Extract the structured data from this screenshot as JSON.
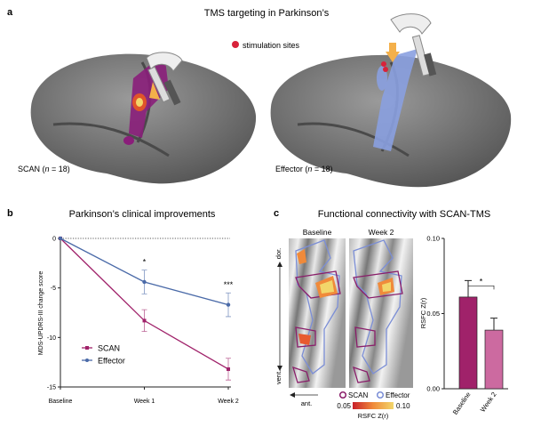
{
  "panel_a": {
    "letter": "a",
    "title": "TMS targeting in Parkinson’s",
    "legend": "stimulation sites",
    "left_label": "SCAN (",
    "left_n": "n",
    "left_count": " = 18)",
    "right_label": "Effector (",
    "right_n": "n",
    "right_count": " = 18)"
  },
  "colors": {
    "scan": "#a0226a",
    "effector": "#4a6aa8",
    "week2_bar": "#cc6aa0",
    "stim": "#d8223a"
  },
  "chart_data": [
    {
      "type": "line",
      "letter": "b",
      "title": "Parkinson’s clinical improvements",
      "xlabel": "",
      "ylabel": "MDS-UPDRS-III change score",
      "categories": [
        "Baseline",
        "Week 1",
        "Week 2"
      ],
      "ylim": [
        -15,
        0
      ],
      "yticks": [
        "0",
        "-5",
        "-10",
        "-15"
      ],
      "ytick_values": [
        0,
        -5,
        -10,
        -15
      ],
      "reference_line": 0,
      "series": [
        {
          "name": "SCAN",
          "values": [
            0,
            -8.3,
            -13.2
          ],
          "errors": [
            0,
            1.1,
            1.1
          ]
        },
        {
          "name": "Effector",
          "values": [
            0,
            -4.4,
            -6.7
          ],
          "errors": [
            0,
            1.2,
            1.2
          ]
        }
      ],
      "annotations": [
        "",
        "*",
        "***"
      ],
      "legend_position": "bottom-left"
    },
    {
      "type": "bar",
      "title": "Functional connectivity with SCAN-TMS",
      "letter": "c",
      "ylabel": "RSFC Z(r)",
      "categories": [
        "Baseline",
        "Week 2"
      ],
      "values": [
        0.061,
        0.039
      ],
      "errors": [
        0.011,
        0.008
      ],
      "ylim": [
        0,
        0.1
      ],
      "yticks": [
        "0.00",
        "0.05",
        "0.10"
      ],
      "ytick_values": [
        0,
        0.05,
        0.1
      ],
      "significance": "*"
    }
  ],
  "panel_c_maps": {
    "headers": [
      "Baseline",
      "Week 2"
    ],
    "axis_dorsal": "dor.",
    "axis_ventral": "vent.",
    "axis_anterior": "ant.",
    "legend_scan": "SCAN",
    "legend_effector": "Effector",
    "colorbar_min": "0.05",
    "colorbar_max": "0.10",
    "colorbar_label": "RSFC Z(r)"
  }
}
